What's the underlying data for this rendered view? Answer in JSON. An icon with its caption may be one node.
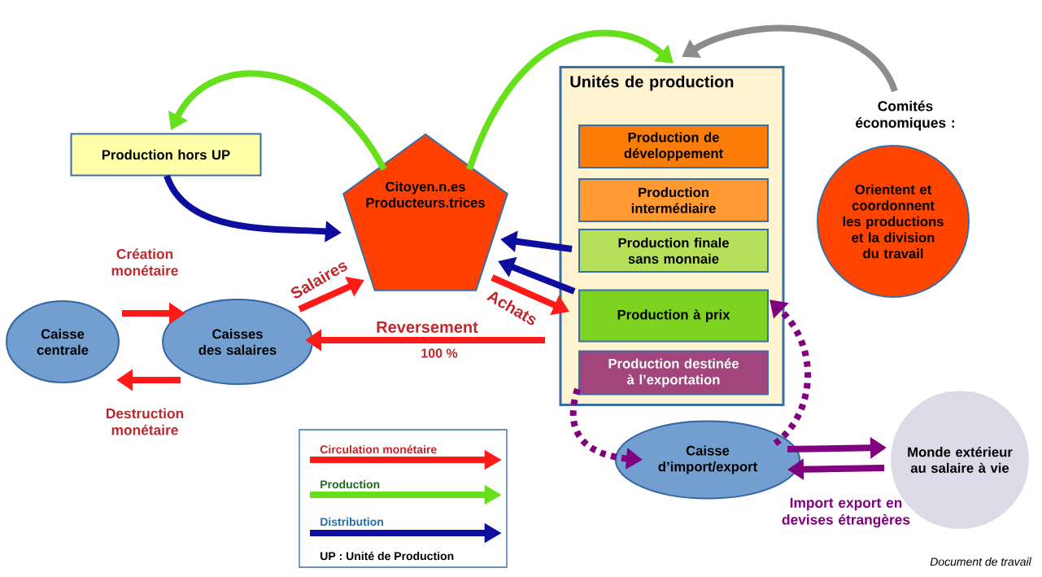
{
  "diagram": {
    "nodes": [
      {
        "text": [
          "Unités de production"
        ]
      },
      {
        "text": [
          "Production de développement"
        ],
        "in": 0
      },
      {
        "text": [
          "Production intermédiaire"
        ],
        "in": 0
      },
      {
        "text": [
          "Production finale sans monnaie"
        ],
        "in": 0
      },
      {
        "text": [
          "Production à prix"
        ],
        "in": 0
      },
      {
        "text": [
          "Production destinée à l’exportation"
        ],
        "in": 0
      },
      {
        "text": [
          "Production hors UP"
        ]
      },
      {
        "text": [
          "Citoyen.n.es Producteurs.trices"
        ]
      },
      {
        "text": [
          "Comités économiques :",
          "Orientent et coordonnent les productions et la division du travail"
        ]
      },
      {
        "text": [
          "Caisse centrale"
        ]
      },
      {
        "text": [
          "Caisses des salaires"
        ]
      },
      {
        "text": [
          "Caisse d’import/export"
        ]
      },
      {
        "text": [
          "Monde extérieur au salaire à vie"
        ]
      }
    ],
    "edges": [
      {
        "from": 7,
        "to": 6,
        "arrow": "to",
        "color": "#66e01a"
      },
      {
        "from": 7,
        "to": 0,
        "arrow": "to",
        "color": "#66e01a"
      },
      {
        "from": 8,
        "to": 0,
        "arrow": "to",
        "color": "#8c8c8c"
      },
      {
        "from": 6,
        "to": 7,
        "arrow": "to",
        "color": "#0d0d9e"
      },
      {
        "from": 3,
        "to": 7,
        "arrow": "to",
        "color": "#0d0d9e"
      },
      {
        "from": 4,
        "to": 7,
        "arrow": "to",
        "color": "#0d0d9e"
      },
      {
        "from": 10,
        "to": 7,
        "arrow": "to",
        "label": "Salaires",
        "color": "#ff1a1a"
      },
      {
        "from": 7,
        "to": 4,
        "arrow": "to",
        "label": "Achats",
        "color": "#ff1a1a"
      },
      {
        "from": 0,
        "to": 10,
        "arrow": "to",
        "label": "Reversement",
        "color": "#ff1a1a"
      },
      {
        "from": 9,
        "to": 10,
        "arrow": "to",
        "label": "Création monétaire",
        "color": "#ff1a1a"
      },
      {
        "from": 10,
        "to": 9,
        "arrow": "to",
        "label": "Destruction monétaire",
        "color": "#ff1a1a"
      },
      {
        "from": 5,
        "to": 11,
        "arrow": "to",
        "style": "dashed",
        "color": "#800080"
      },
      {
        "from": 11,
        "to": 0,
        "arrow": "to",
        "style": "dashed",
        "color": "#800080"
      },
      {
        "from": 11,
        "to": 12,
        "arrow": "to",
        "color": "#800080"
      },
      {
        "from": 12,
        "to": 11,
        "arrow": "to",
        "color": "#800080"
      }
    ],
    "labels": [
      "100 %",
      "Import export en devises étrangères",
      "UP : Unité de Production",
      "Document de travail"
    ],
    "legend": [
      {
        "text": "Circulation monétaire"
      },
      {
        "text": "Production"
      },
      {
        "text": "Distribution"
      }
    ]
  }
}
